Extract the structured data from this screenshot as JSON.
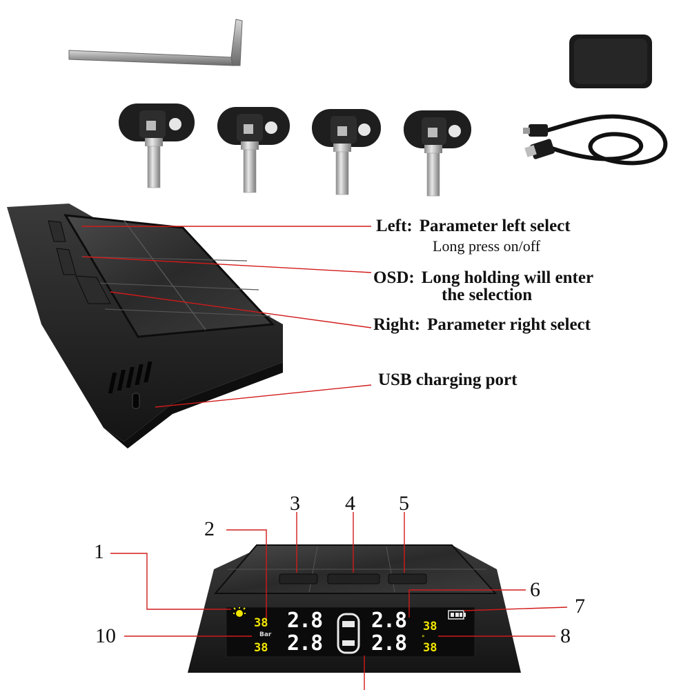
{
  "labels": {
    "left": {
      "key": "Left:",
      "text": "Parameter left select",
      "sub": "Long press on/off"
    },
    "osd": {
      "key": "OSD:",
      "text": "Long holding will enter",
      "text2": "the selection"
    },
    "right": {
      "key": "Right:",
      "text": "Parameter right select"
    },
    "usb": {
      "text": "USB charging port"
    }
  },
  "callouts": [
    "1",
    "2",
    "3",
    "4",
    "5",
    "6",
    "7",
    "8",
    "10"
  ],
  "display": {
    "pressure_fl": "2.8",
    "pressure_fr": "2.8",
    "pressure_rl": "2.8",
    "pressure_rr": "2.8",
    "temp_fl": "38",
    "temp_fr": "38",
    "temp_rl": "38",
    "temp_rr": "38",
    "unit": "Bar",
    "temp_unit": "°"
  },
  "colors": {
    "lcd_yellow": "#f2e600",
    "callout_line": "#d21a1a",
    "lcd_bg": "#0b0b0b"
  }
}
